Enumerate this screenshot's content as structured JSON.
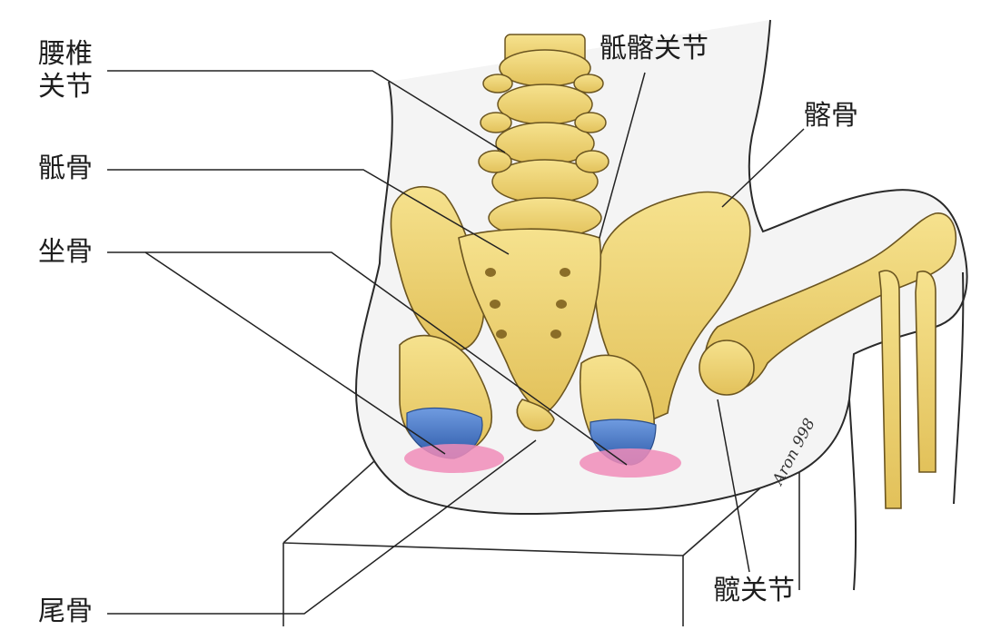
{
  "labels": {
    "lumbar_joint": "腰椎\n关节",
    "sacroiliac_joint": "骶髂关节",
    "ilium": "髂骨",
    "sacrum": "骶骨",
    "ischium": "坐骨",
    "coccyx": "尾骨",
    "hip_joint": "髋关节"
  },
  "signature": "Aron 998",
  "colors": {
    "bone": "#f0d77a",
    "bone_shade": "#c9a640",
    "bone_outline": "#6b5520",
    "ischial_tuberosity": "#3f6fc0",
    "pressure_zone": "#f08cb8",
    "leader_line": "#222222",
    "body_outline": "#2a2a2a"
  }
}
